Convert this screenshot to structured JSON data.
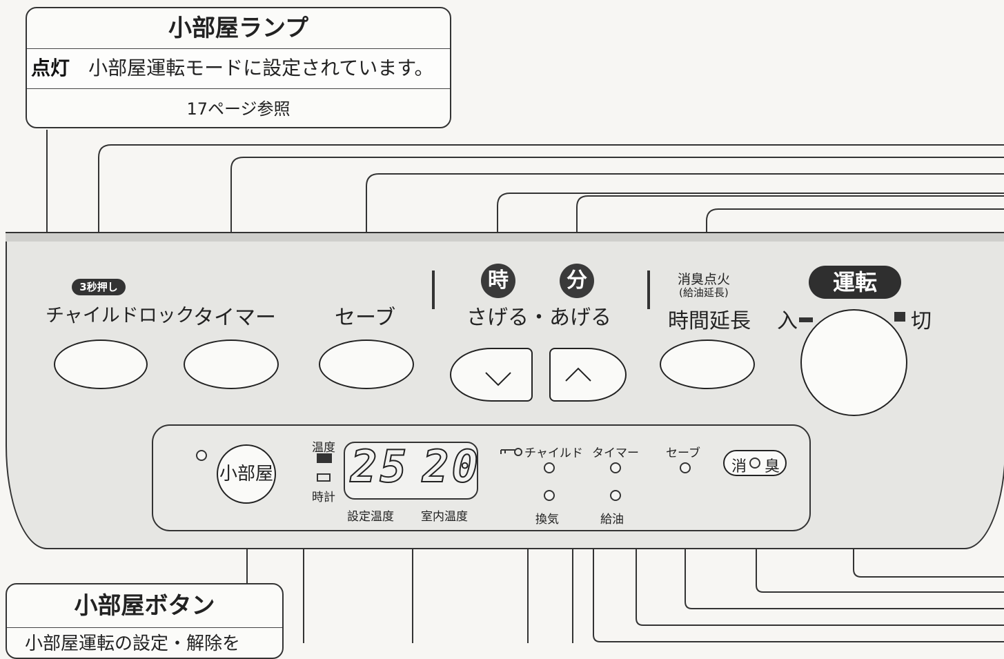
{
  "top_callout": {
    "title": "小部屋ランプ",
    "status": "点灯",
    "description": "小部屋運転モードに設定されています。",
    "reference": "17ページ参照"
  },
  "bottom_callout": {
    "title": "小部屋ボタン",
    "description": "小部屋運転の設定・解除を"
  },
  "buttons": {
    "child_lock_hint": "3秒押し",
    "child_lock": "チャイルドロック",
    "timer": "タイマー",
    "save": "セーブ",
    "hour_badge": "時",
    "minute_badge": "分",
    "down_up": "さげる・あげる",
    "extension_top": "消臭点火",
    "extension_note": "(給油延長)",
    "extension": "時間延長",
    "run": "運転",
    "on": "入",
    "off": "切"
  },
  "display": {
    "temp_label": "温度",
    "clock_label": "時計",
    "set_temp": "25",
    "room_temp": "20",
    "set_temp_label": "設定温度",
    "room_temp_label": "室内温度",
    "kobeya_button": "小部屋"
  },
  "indicators": {
    "child": "チャイルド",
    "timer": "タイマー",
    "save": "セーブ",
    "ventilation": "換気",
    "refuel": "給油",
    "deodorize_left": "消",
    "deodorize_right": "臭"
  }
}
